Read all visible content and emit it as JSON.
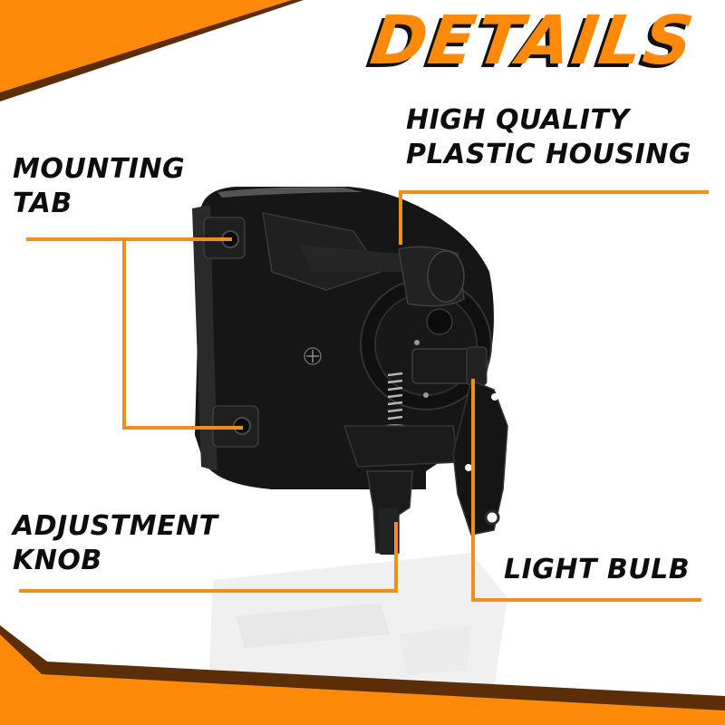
{
  "banner": {
    "title": "DETAILS",
    "accent_color": "#ff8a0a",
    "shadow_color": "#5c2e08",
    "text_shadow_color": "#111111"
  },
  "callouts": [
    {
      "id": "housing",
      "lines": [
        "HIGH QUALITY",
        "PLASTIC HOUSING"
      ]
    },
    {
      "id": "mounting",
      "lines": [
        "MOUNTING",
        "TAB"
      ]
    },
    {
      "id": "adjust",
      "lines": [
        "ADJUSTMENT",
        "KNOB"
      ]
    },
    {
      "id": "bulb",
      "lines": [
        "LIGHT BULB"
      ]
    }
  ],
  "product": {
    "name": "fog-light-assembly",
    "body_color": "#141414",
    "highlight_color": "#3a3a3a",
    "reflection_color": "#e6e6e6"
  },
  "leader_color": "#f0901c"
}
